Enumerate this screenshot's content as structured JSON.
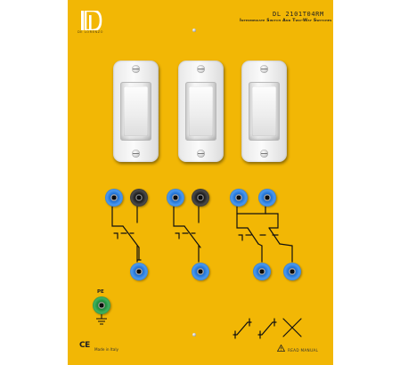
{
  "brand": {
    "logo_text": "DL",
    "tagline": "DE LORENZO"
  },
  "module": {
    "model": "DL 2101T04RM",
    "description": "Intermediate Switch And Two-Way Switches"
  },
  "labels": {
    "pe": "PE",
    "ce_mark": "CE",
    "made_in": "Made in Italy",
    "read_manual": "READ MANUAL"
  },
  "colors": {
    "panel": "#f2b705",
    "jack_blue": "#1d6fd2",
    "jack_black": "#1a1a1a",
    "jack_green": "#1c8b3a"
  },
  "icons": {
    "logo": "dl-logo-icon",
    "warning": "warning-triangle-icon",
    "earth": "earth-ground-icon"
  }
}
